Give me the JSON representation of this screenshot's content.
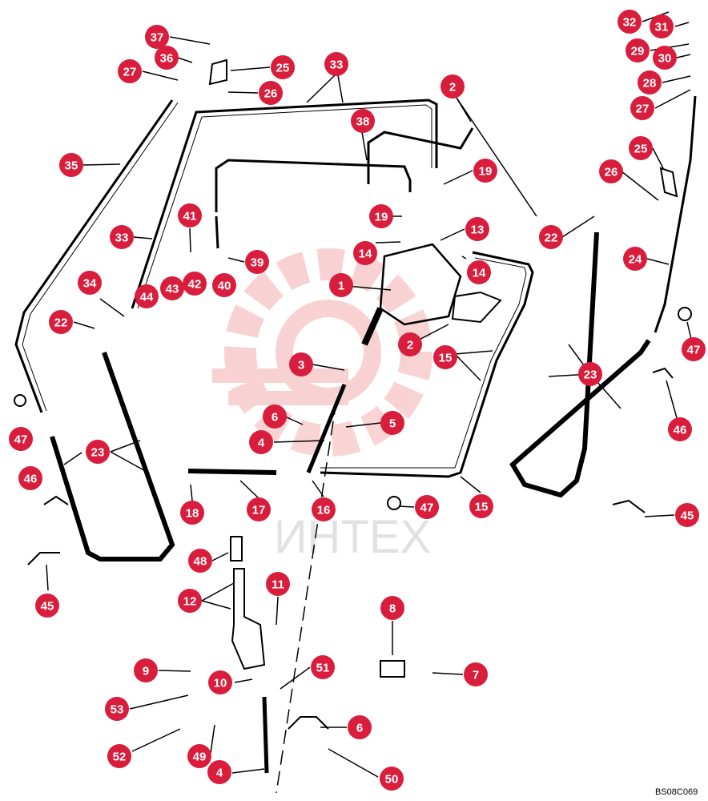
{
  "figure_code": "BS08C069",
  "watermark_text": "ИНТЕХ",
  "callout_color": "#d81e3c",
  "line_color": "#000000",
  "callouts": [
    {
      "label": "37"
    },
    {
      "label": "36"
    },
    {
      "label": "27"
    },
    {
      "label": "25"
    },
    {
      "label": "26"
    },
    {
      "label": "33"
    },
    {
      "label": "2"
    },
    {
      "label": "38"
    },
    {
      "label": "19"
    },
    {
      "label": "19"
    },
    {
      "label": "35"
    },
    {
      "label": "41"
    },
    {
      "label": "33"
    },
    {
      "label": "14"
    },
    {
      "label": "13"
    },
    {
      "label": "14"
    },
    {
      "label": "39"
    },
    {
      "label": "44"
    },
    {
      "label": "43"
    },
    {
      "label": "42"
    },
    {
      "label": "40"
    },
    {
      "label": "34"
    },
    {
      "label": "1"
    },
    {
      "label": "22"
    },
    {
      "label": "2"
    },
    {
      "label": "3"
    },
    {
      "label": "15"
    },
    {
      "label": "47"
    },
    {
      "label": "6"
    },
    {
      "label": "5"
    },
    {
      "label": "4"
    },
    {
      "label": "23"
    },
    {
      "label": "46"
    },
    {
      "label": "18"
    },
    {
      "label": "17"
    },
    {
      "label": "16"
    },
    {
      "label": "47"
    },
    {
      "label": "15"
    },
    {
      "label": "45"
    },
    {
      "label": "48"
    },
    {
      "label": "11"
    },
    {
      "label": "12"
    },
    {
      "label": "8"
    },
    {
      "label": "9"
    },
    {
      "label": "51"
    },
    {
      "label": "10"
    },
    {
      "label": "7"
    },
    {
      "label": "53"
    },
    {
      "label": "6"
    },
    {
      "label": "52"
    },
    {
      "label": "49"
    },
    {
      "label": "4"
    },
    {
      "label": "50"
    },
    {
      "label": "32"
    },
    {
      "label": "31"
    },
    {
      "label": "29"
    },
    {
      "label": "30"
    },
    {
      "label": "28"
    },
    {
      "label": "27"
    },
    {
      "label": "25"
    },
    {
      "label": "26"
    },
    {
      "label": "22"
    },
    {
      "label": "24"
    },
    {
      "label": "47"
    },
    {
      "label": "23"
    },
    {
      "label": "46"
    },
    {
      "label": "45"
    }
  ]
}
